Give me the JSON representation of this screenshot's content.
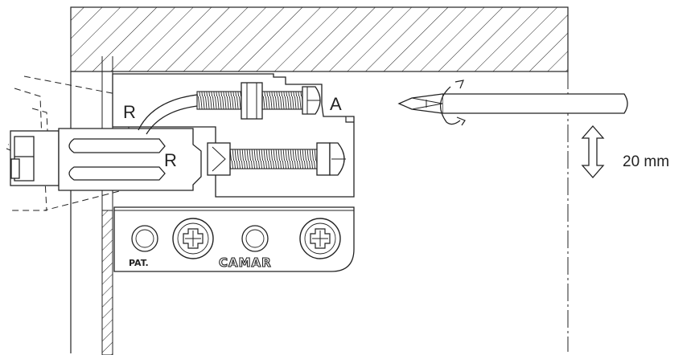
{
  "labels": {
    "screw_a": "A",
    "screw_r_upper": "R",
    "screw_r_lower": "R",
    "adjustment": "20 mm",
    "patent": "PAT.",
    "brand": "CAMAR"
  },
  "icons": {
    "screwdriver": "screwdriver-icon",
    "rotation": "rotate-arrow-icon",
    "adjust_range": "double-arrow-vertical-icon"
  },
  "colors": {
    "line": "#222222",
    "background": "#ffffff"
  }
}
